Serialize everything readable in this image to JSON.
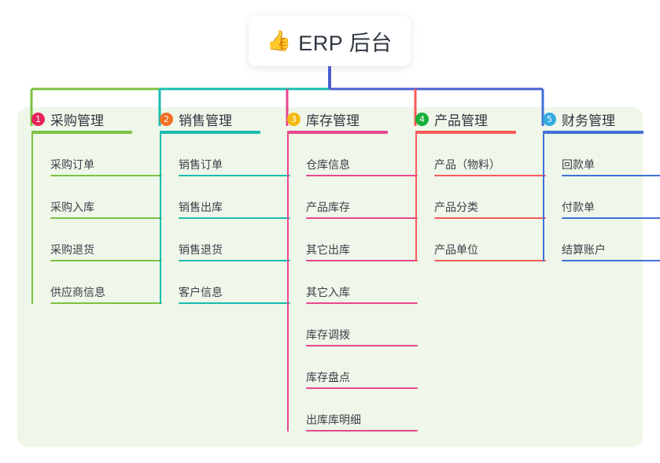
{
  "root": {
    "icon": "thumbs-up-emoji",
    "emoji": "👍",
    "title": "ERP 后台"
  },
  "palette": {
    "panel_bg": "#eef7e9",
    "page_bg": "#ffffff",
    "root_stem": "#4a5fd0",
    "text": "#2f3640"
  },
  "columns": [
    {
      "index": "1",
      "title": "采购管理",
      "color": "#7dc243",
      "badge_color": "#e8245a",
      "items": [
        {
          "label": "采购订单"
        },
        {
          "label": "采购入库"
        },
        {
          "label": "采购退货"
        },
        {
          "label": "供应商信息"
        }
      ]
    },
    {
      "index": "2",
      "title": "销售管理",
      "color": "#1abcb0",
      "badge_color": "#f37021",
      "items": [
        {
          "label": "销售订单"
        },
        {
          "label": "销售出库"
        },
        {
          "label": "销售退货"
        },
        {
          "label": "客户信息"
        }
      ]
    },
    {
      "index": "3",
      "title": "库存管理",
      "color": "#e8468e",
      "badge_color": "#f5b911",
      "items": [
        {
          "label": "仓库信息"
        },
        {
          "label": "产品库存"
        },
        {
          "label": "其它出库"
        },
        {
          "label": "其它入库"
        },
        {
          "label": "库存调拨"
        },
        {
          "label": "库存盘点"
        },
        {
          "label": "出库库明细"
        }
      ]
    },
    {
      "index": "4",
      "title": "产品管理",
      "color": "#fa5a5a",
      "badge_color": "#17b03a",
      "items": [
        {
          "label": "产品（物料）"
        },
        {
          "label": "产品分类"
        },
        {
          "label": "产品单位"
        }
      ]
    },
    {
      "index": "5",
      "title": "财务管理",
      "color": "#4170d8",
      "badge_color": "#35a8e0",
      "items": [
        {
          "label": "回款单"
        },
        {
          "label": "付款单"
        },
        {
          "label": "结算账户"
        }
      ]
    }
  ]
}
